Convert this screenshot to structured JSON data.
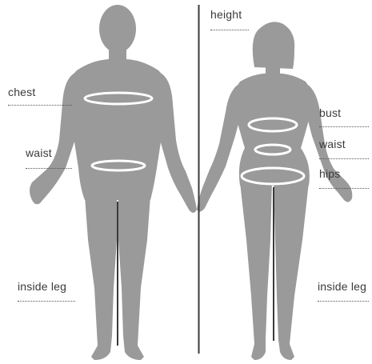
{
  "labels": {
    "height": "height",
    "chest": "chest",
    "waist_male": "waist",
    "inside_leg_male": "inside leg",
    "bust": "bust",
    "waist_female": "waist",
    "hips": "hips",
    "inside_leg_female": "inside leg"
  },
  "colors": {
    "silhouette": "#9a9a9a",
    "divider": "#3a3a3a",
    "leg_line": "#3a3a3a",
    "measure_ring": "#ffffff",
    "label_text": "#3a3a3a"
  }
}
